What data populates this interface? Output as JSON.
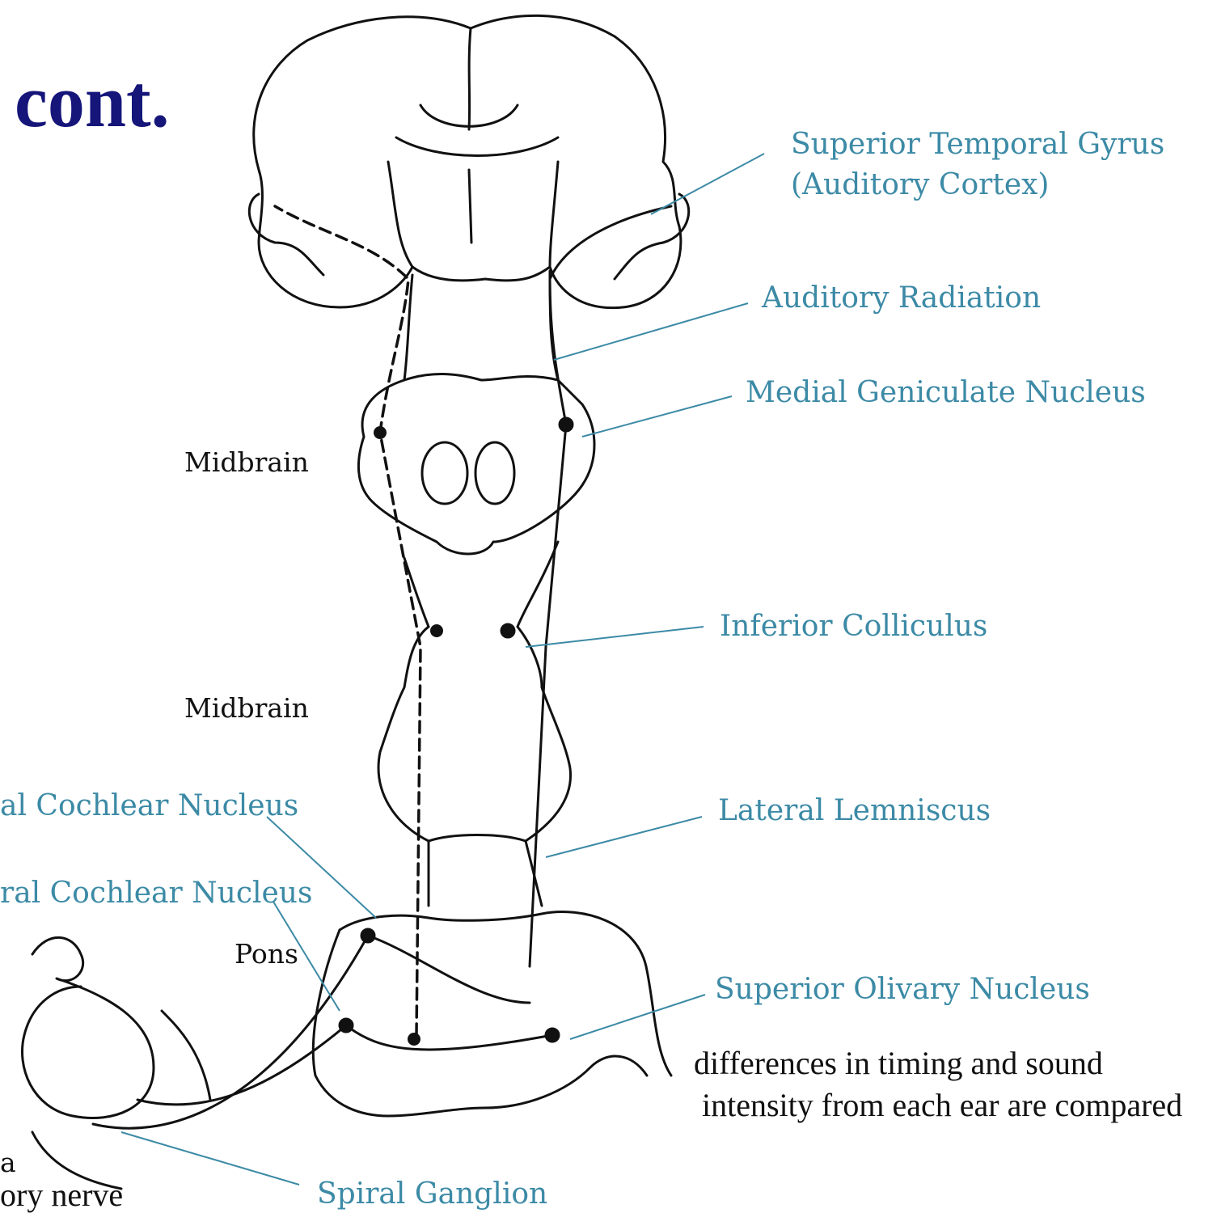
{
  "title": "cont.",
  "labels": {
    "superior_temporal_gyrus": "Superior Temporal Gyrus",
    "auditory_cortex": "(Auditory Cortex)",
    "auditory_radiation": "Auditory Radiation",
    "medial_geniculate": "Medial Geniculate Nucleus",
    "inferior_colliculus": "Inferior Colliculus",
    "lateral_lemniscus": "Lateral Lemniscus",
    "superior_olivary": "Superior Olivary Nucleus",
    "spiral_ganglion": "Spiral Ganglion",
    "dorsal_cochlear": "al Cochlear Nucleus",
    "ventral_cochlear": "ral Cochlear Nucleus",
    "midbrain_upper": "Midbrain",
    "midbrain_lower": "Midbrain",
    "pons": "Pons",
    "medulla_fragment": "a",
    "auditory_nerve_fragment": "ory nerve"
  },
  "note": {
    "line1": "differences in timing and sound",
    "line2": "intensity from each ear are compared"
  },
  "colors": {
    "title": "#15157a",
    "label_blue": "#3c8aa6",
    "leader_line": "#3c8aa6",
    "ink": "#111111"
  }
}
